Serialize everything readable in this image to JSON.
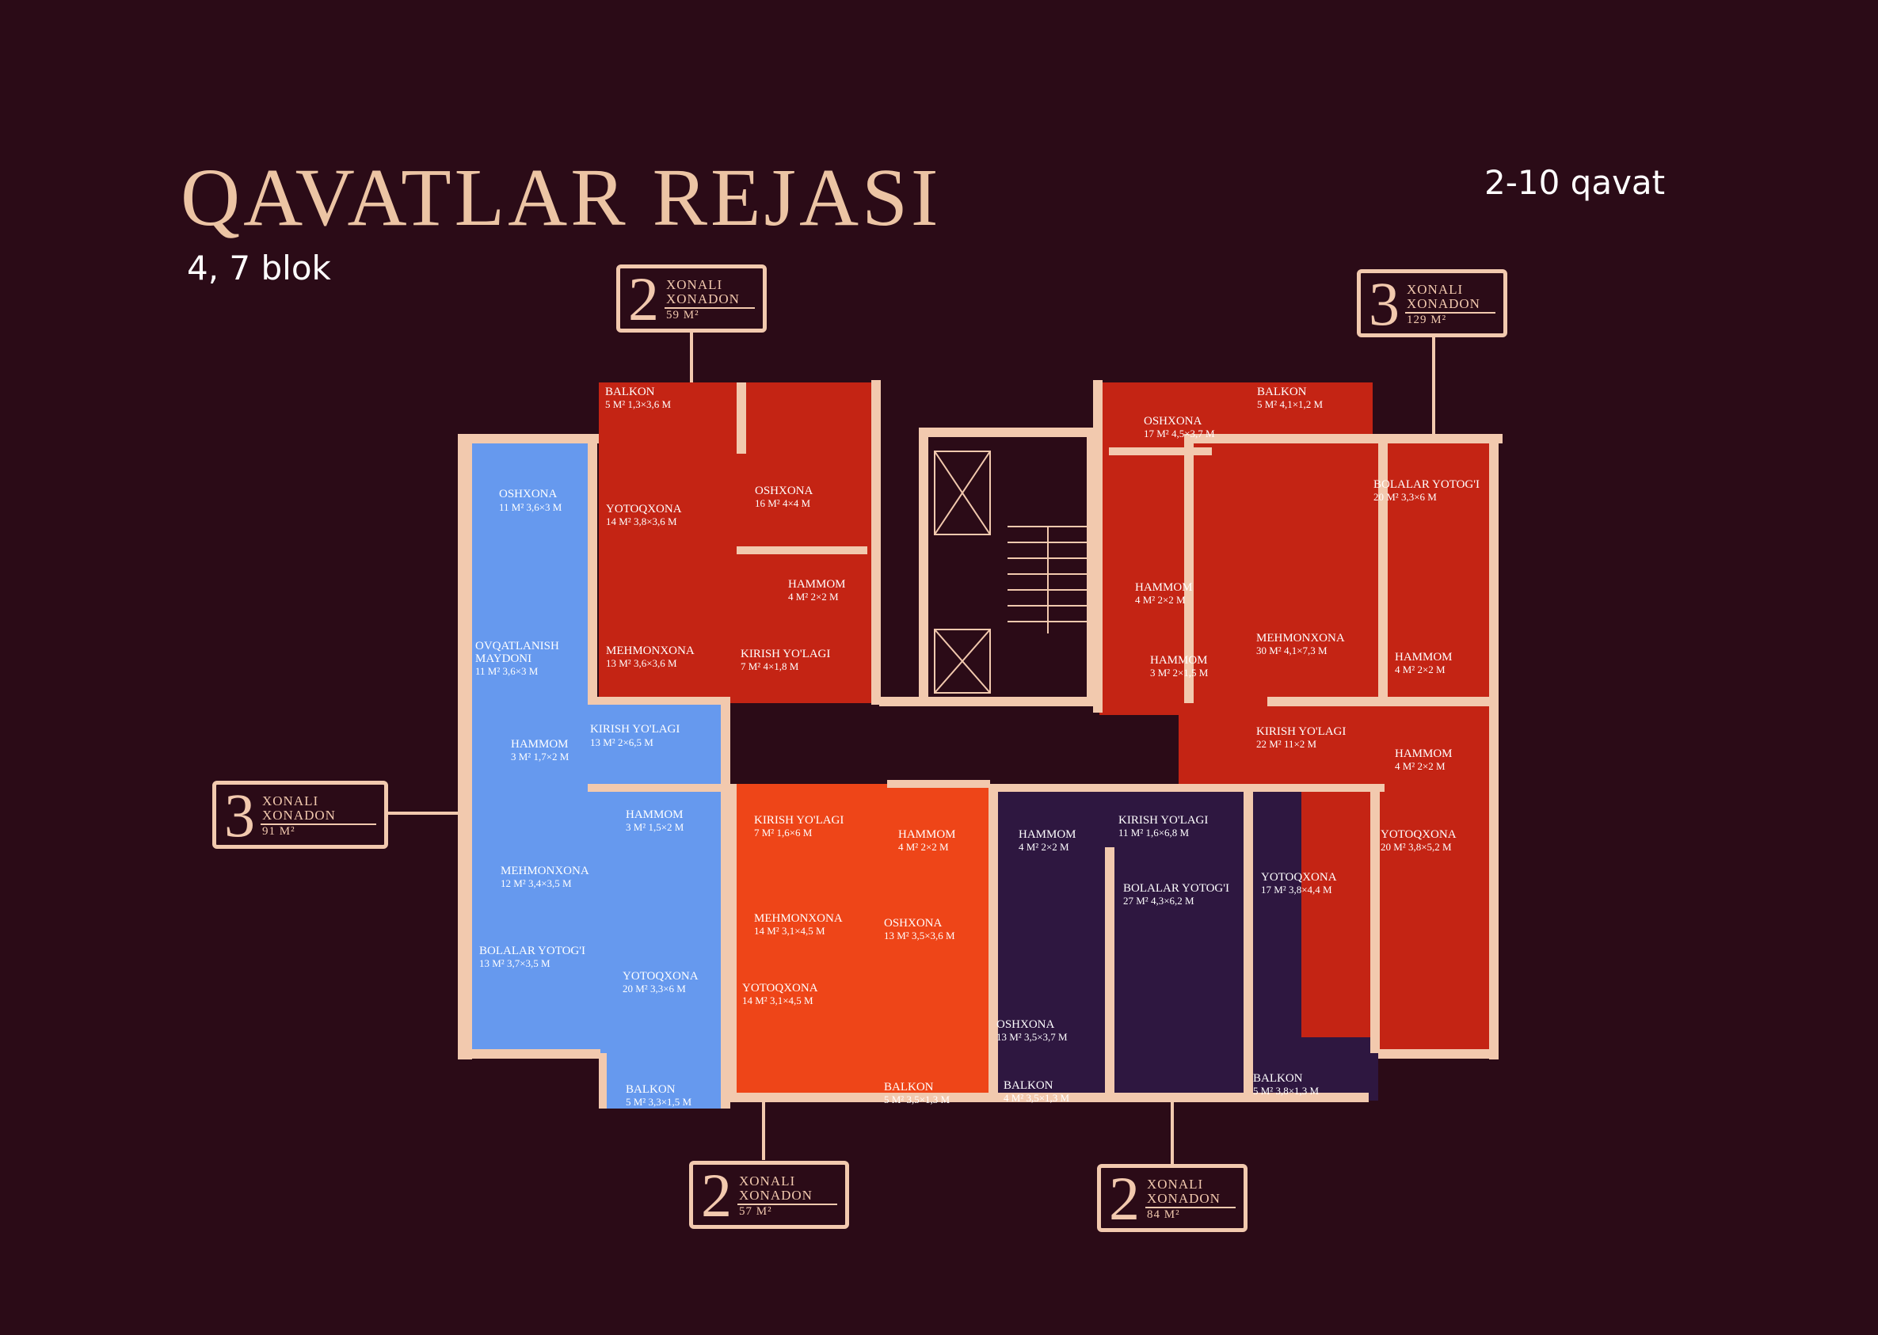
{
  "header": {
    "title": "QAVATLAR REJASI",
    "subtitle": "4, 7 blok",
    "floors": "2-10 qavat"
  },
  "colors": {
    "background": "#2b0b17",
    "wall": "#f2c9ae",
    "blue_unit": "#6699ee",
    "red_unit": "#c42414",
    "orange_unit": "#ee4518",
    "purple_unit": "#2e1740"
  },
  "badges": {
    "top_left": {
      "rooms": "2",
      "line1": "XONALI",
      "line2": "XONADON",
      "area": "59 M²"
    },
    "top_right": {
      "rooms": "3",
      "line1": "XONALI",
      "line2": "XONADON",
      "area": "129 M²"
    },
    "left": {
      "rooms": "3",
      "line1": "XONALI",
      "line2": "XONADON",
      "area": "91 M²"
    },
    "bottom_left": {
      "rooms": "2",
      "line1": "XONALI",
      "line2": "XONADON",
      "area": "57 M²"
    },
    "bottom_right": {
      "rooms": "2",
      "line1": "XONALI",
      "line2": "XONADON",
      "area": "84 M²"
    }
  },
  "rooms": {
    "blue_oshxona": {
      "name": "OSHXONA",
      "dim": "11 M² 3,6×3 M"
    },
    "blue_ovqat": {
      "name": "OVQATLANISH",
      "name2": "MAYDONI",
      "dim": "11 M² 3,6×3 M"
    },
    "blue_hammom": {
      "name": "HAMMOM",
      "dim": "3 M² 1,7×2 M"
    },
    "blue_kirish": {
      "name": "KIRISH YO'LAGI",
      "dim": "13 M² 2×6,5 M"
    },
    "blue_hammom2": {
      "name": "HAMMOM",
      "dim": "3 M² 1,5×2 M"
    },
    "blue_mehmon": {
      "name": "MEHMONXONA",
      "dim": "12 M² 3,4×3,5 M"
    },
    "blue_bolalar": {
      "name": "BOLALAR YOTOG'I",
      "dim": "13 M² 3,7×3,5 M"
    },
    "blue_yotoq": {
      "name": "YOTOQXONA",
      "dim": "20 M² 3,3×6 M"
    },
    "blue_balkon": {
      "name": "BALKON",
      "dim": "5 M² 3,3×1,5 M"
    },
    "r1_balkon": {
      "name": "BALKON",
      "dim": "5 M² 1,3×3,6 M"
    },
    "r1_yotoq": {
      "name": "YOTOQXONA",
      "dim": "14 M² 3,8×3,6 M"
    },
    "r1_oshxona": {
      "name": "OSHXONA",
      "dim": "16 M² 4×4 M"
    },
    "r1_hammom": {
      "name": "HAMMOM",
      "dim": "4 M² 2×2 M"
    },
    "r1_mehmon": {
      "name": "MEHMONXONA",
      "dim": "13 M² 3,6×3,6 M"
    },
    "r1_kirish": {
      "name": "KIRISH YO'LAGI",
      "dim": "7 M² 4×1,8 M"
    },
    "r2_oshxona": {
      "name": "OSHXONA",
      "dim": "17 M² 4,5×3,7 M"
    },
    "r2_balkon": {
      "name": "BALKON",
      "dim": "5 M² 4,1×1,2 M"
    },
    "r2_bolalar": {
      "name": "BOLALAR YOTOG'I",
      "dim": "20 M² 3,3×6 M"
    },
    "r2_hammom": {
      "name": "HAMMOM",
      "dim": "4 M² 2×2 M"
    },
    "r2_hammom2": {
      "name": "HAMMOM",
      "dim": "3 M² 2×1,5 M"
    },
    "r2_mehmon": {
      "name": "MEHMONXONA",
      "dim": "30 M² 4,1×7,3 M"
    },
    "r2_hammom3": {
      "name": "HAMMOM",
      "dim": "4 M² 2×2 M"
    },
    "r2_kirish": {
      "name": "KIRISH YO'LAGI",
      "dim": "22 M² 11×2 M"
    },
    "r2_hammom4": {
      "name": "HAMMOM",
      "dim": "4 M² 2×2 M"
    },
    "r2_yotoq": {
      "name": "YOTOQXONA",
      "dim": "20 M² 3,8×5,2 M"
    },
    "o_kirish": {
      "name": "KIRISH YO'LAGI",
      "dim": "7 M² 1,6×6 M"
    },
    "o_hammom": {
      "name": "HAMMOM",
      "dim": "4 M² 2×2 M"
    },
    "o_mehmon": {
      "name": "MEHMONXONA",
      "dim": "14 M² 3,1×4,5 M"
    },
    "o_oshxona": {
      "name": "OSHXONA",
      "dim": "13 M² 3,5×3,6 M"
    },
    "o_yotoq": {
      "name": "YOTOQXONA",
      "dim": "14 M² 3,1×4,5 M"
    },
    "o_balkon": {
      "name": "BALKON",
      "dim": "5 M² 3,5×1,3 M"
    },
    "p_hammom": {
      "name": "HAMMOM",
      "dim": "4 M² 2×2 M"
    },
    "p_kirish": {
      "name": "KIRISH YO'LAGI",
      "dim": "11 M² 1,6×6,8 M"
    },
    "p_bolalar": {
      "name": "BOLALAR YOTOG'I",
      "dim": "27 M² 4,3×6,2 M"
    },
    "p_yotoq": {
      "name": "YOTOQXONA",
      "dim": "17 M² 3,8×4,4 M"
    },
    "p_oshxona": {
      "name": "OSHXONA",
      "dim": "13 M² 3,5×3,7 M"
    },
    "p_balkon": {
      "name": "BALKON",
      "dim": "4 M² 3,5×1,3 M"
    },
    "p_balkon2": {
      "name": "BALKON",
      "dim": "5 M² 3,8×1,3 M"
    }
  }
}
